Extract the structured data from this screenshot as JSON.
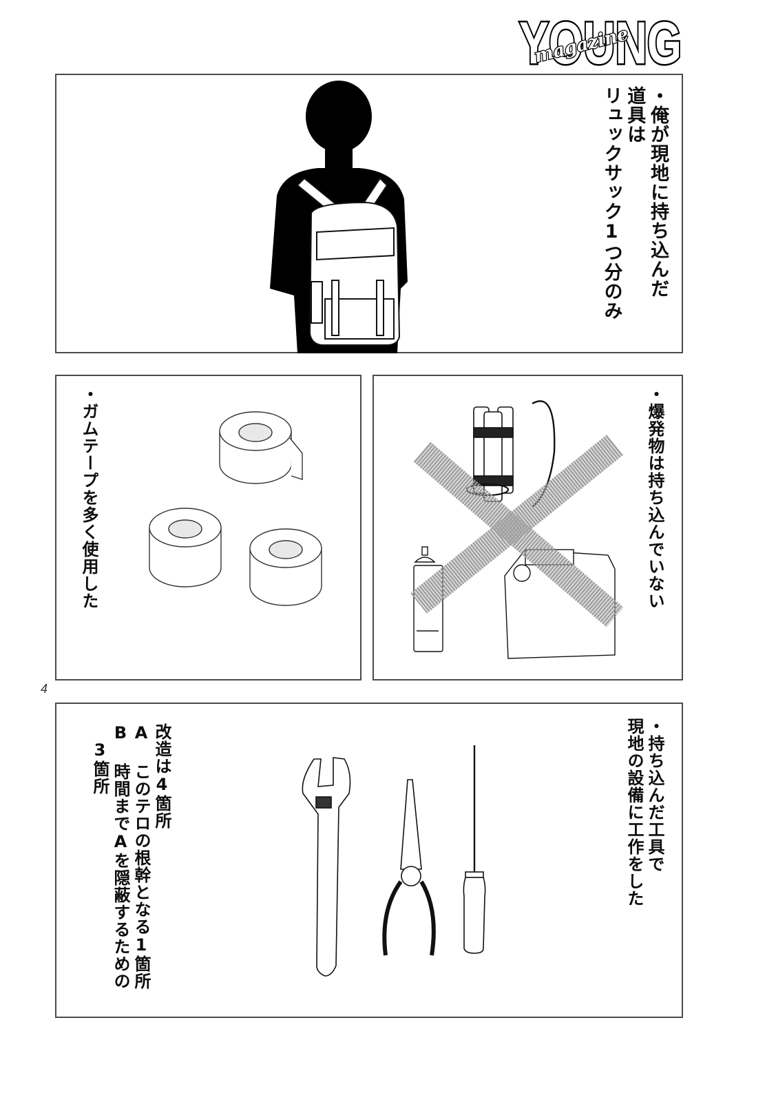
{
  "header": {
    "logo_main": "YOUNG",
    "logo_script": "magazine"
  },
  "page_number": "4",
  "panels": [
    {
      "id": "backpack",
      "lines": [
        "・俺が現地に持ち込んだ",
        "道具は",
        "リュックサック1つ分のみ"
      ],
      "illustration": "silhouette-with-backpack"
    },
    {
      "id": "tape",
      "lines": [
        "・ガムテープを多く使用した"
      ],
      "illustration": "three-tape-rolls"
    },
    {
      "id": "no-explosives",
      "lines": [
        "・爆発物は持ち込んでいない"
      ],
      "illustration": "crossed-out-dynamite-spray-can-jerrycan"
    },
    {
      "id": "tools",
      "lines_right": [
        "・持ち込んだ工具で",
        "現地の設備に工作をした"
      ],
      "lines_left": [
        "改造は4箇所",
        "A このテロの根幹となる1箇所",
        "B 時間までAを隠蔽するための",
        "　3箇所"
      ],
      "illustration": "wrench-pliers-screwdriver"
    }
  ],
  "colors": {
    "ink": "#0d0d0d",
    "border": "#4a4a4a",
    "screentone": "#9a9a9a",
    "paper": "#ffffff"
  }
}
